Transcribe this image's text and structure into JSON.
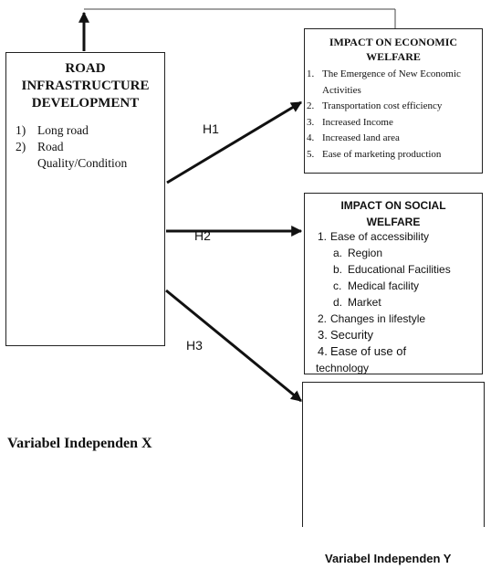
{
  "road": {
    "title_lines": [
      "ROAD",
      "INFRASTRUCTURE",
      "DEVELOPMENT"
    ],
    "items": [
      {
        "num": "1)",
        "lines": [
          "Long road"
        ]
      },
      {
        "num": "2)",
        "lines": [
          "Road",
          "Quality/Condition"
        ]
      }
    ]
  },
  "economic": {
    "title_lines": [
      "IMPACT ON ECONOMIC",
      "WELFARE"
    ],
    "items": [
      {
        "num": "1.",
        "text": "The Emergence of New Economic Activities"
      },
      {
        "num": "2.",
        "text": "Transportation cost efficiency"
      },
      {
        "num": "3.",
        "text": "Increased Income"
      },
      {
        "num": "4.",
        "text": "Increased land area"
      },
      {
        "num": "5.",
        "text": "Ease of marketing production"
      }
    ]
  },
  "social": {
    "title_lines": [
      "IMPACT ON SOCIAL",
      "WELFARE"
    ],
    "item1": {
      "num": "1.",
      "text": "Ease of accessibility"
    },
    "subitems": [
      {
        "num": "a.",
        "text": "Region"
      },
      {
        "num": "b.",
        "text": "Educational Facilities"
      },
      {
        "num": "c.",
        "text": "Medical facility"
      },
      {
        "num": "d.",
        "text": "Market"
      }
    ],
    "item2": {
      "num": "2.",
      "text": "Changes in lifestyle"
    },
    "item3": {
      "num": "3.",
      "text": "Security"
    },
    "item4": {
      "num": "4.",
      "text": "Ease of use of",
      "text2": "technology"
    }
  },
  "hypotheses": {
    "h1": "H1",
    "h2": "H2",
    "h3": "H3"
  },
  "labels": {
    "x": "Variabel Independen X",
    "y": "Variabel Independen Y"
  }
}
